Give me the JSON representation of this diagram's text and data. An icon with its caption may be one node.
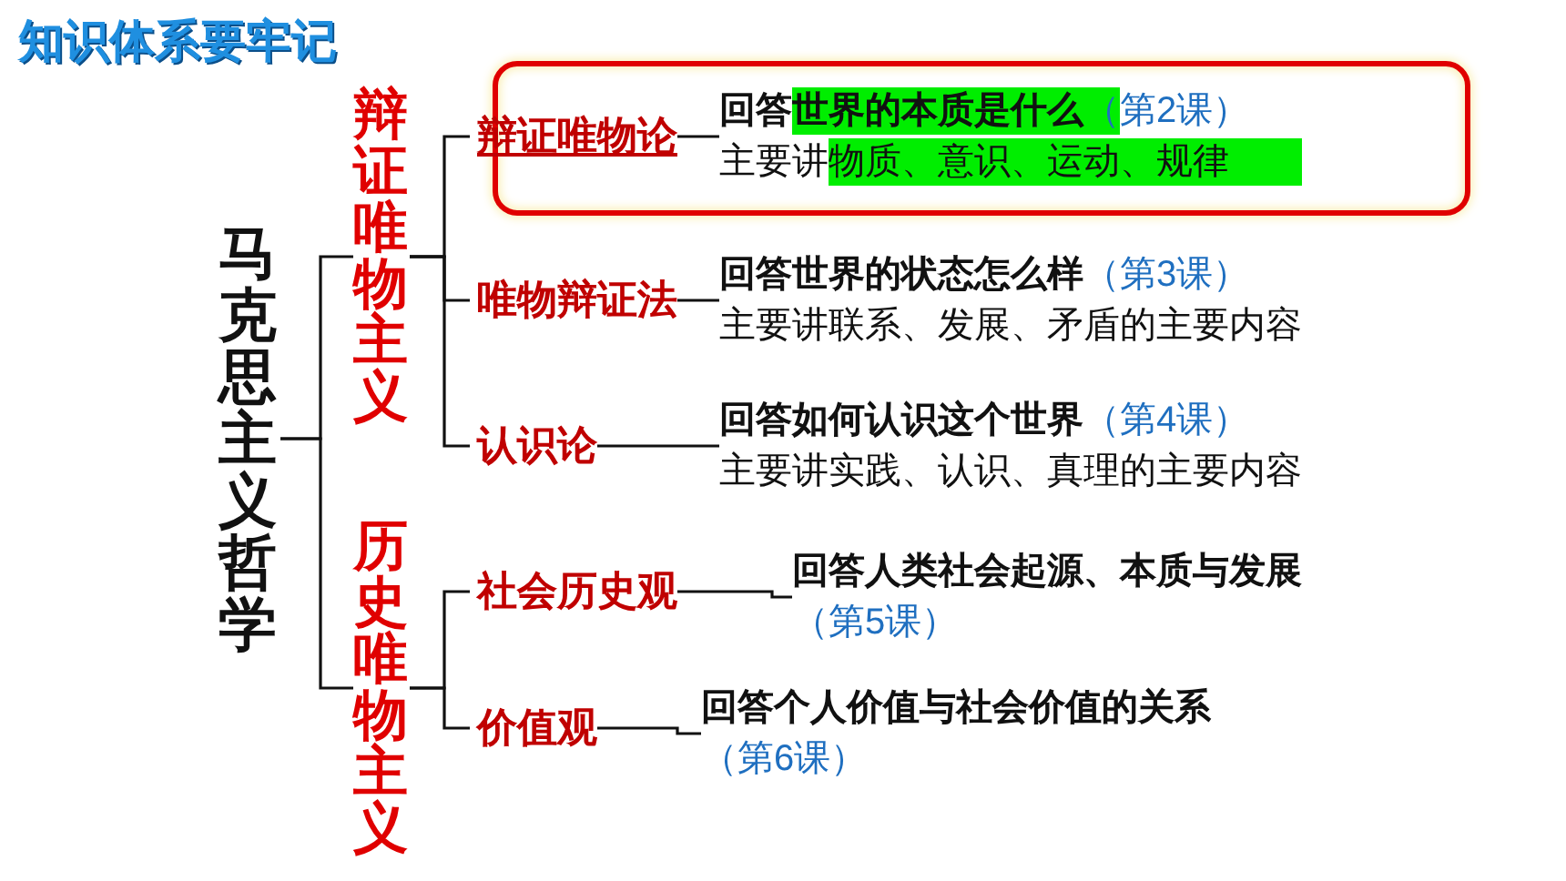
{
  "diagram": {
    "title": "知识体系要牢记",
    "nodes": [
      {
        "text": [
          "马克思主义哲学"
        ]
      },
      {
        "text": [
          "辩证唯物主义"
        ]
      },
      {
        "text": [
          "历史唯物主义"
        ]
      },
      {
        "text": [
          "辩证唯物论"
        ]
      },
      {
        "text": [
          "回答世界的本质是什么",
          "（第2课）",
          "主要讲物质、意识、运动、规律"
        ]
      },
      {
        "text": [
          "唯物辩证法"
        ]
      },
      {
        "text": [
          "回答世界的状态怎么样",
          "（第3课）",
          "主要讲联系、发展、矛盾的主要内容"
        ]
      },
      {
        "text": [
          "认识论"
        ]
      },
      {
        "text": [
          "回答如何认识这个世界",
          "（第4课）",
          "主要讲实践、认识、真理的主要内容"
        ]
      },
      {
        "text": [
          "社会历史观"
        ]
      },
      {
        "text": [
          "回答人类社会起源、本质与发展",
          "（第5课）"
        ]
      },
      {
        "text": [
          "价值观"
        ]
      },
      {
        "text": [
          "回答个人价值与社会价值的关系",
          "（第6课）"
        ]
      }
    ],
    "edges": [
      {
        "from": 0,
        "to": 1,
        "arrow": "none"
      },
      {
        "from": 0,
        "to": 2,
        "arrow": "none"
      },
      {
        "from": 1,
        "to": 3,
        "arrow": "none"
      },
      {
        "from": 1,
        "to": 5,
        "arrow": "none"
      },
      {
        "from": 1,
        "to": 7,
        "arrow": "none"
      },
      {
        "from": 2,
        "to": 9,
        "arrow": "none"
      },
      {
        "from": 2,
        "to": 11,
        "arrow": "none"
      },
      {
        "from": 3,
        "to": 4,
        "arrow": "none"
      },
      {
        "from": 5,
        "to": 6,
        "arrow": "none"
      },
      {
        "from": 7,
        "to": 8,
        "arrow": "none"
      },
      {
        "from": 9,
        "to": 10,
        "arrow": "none"
      },
      {
        "from": 11,
        "to": 12,
        "arrow": "none"
      }
    ]
  }
}
